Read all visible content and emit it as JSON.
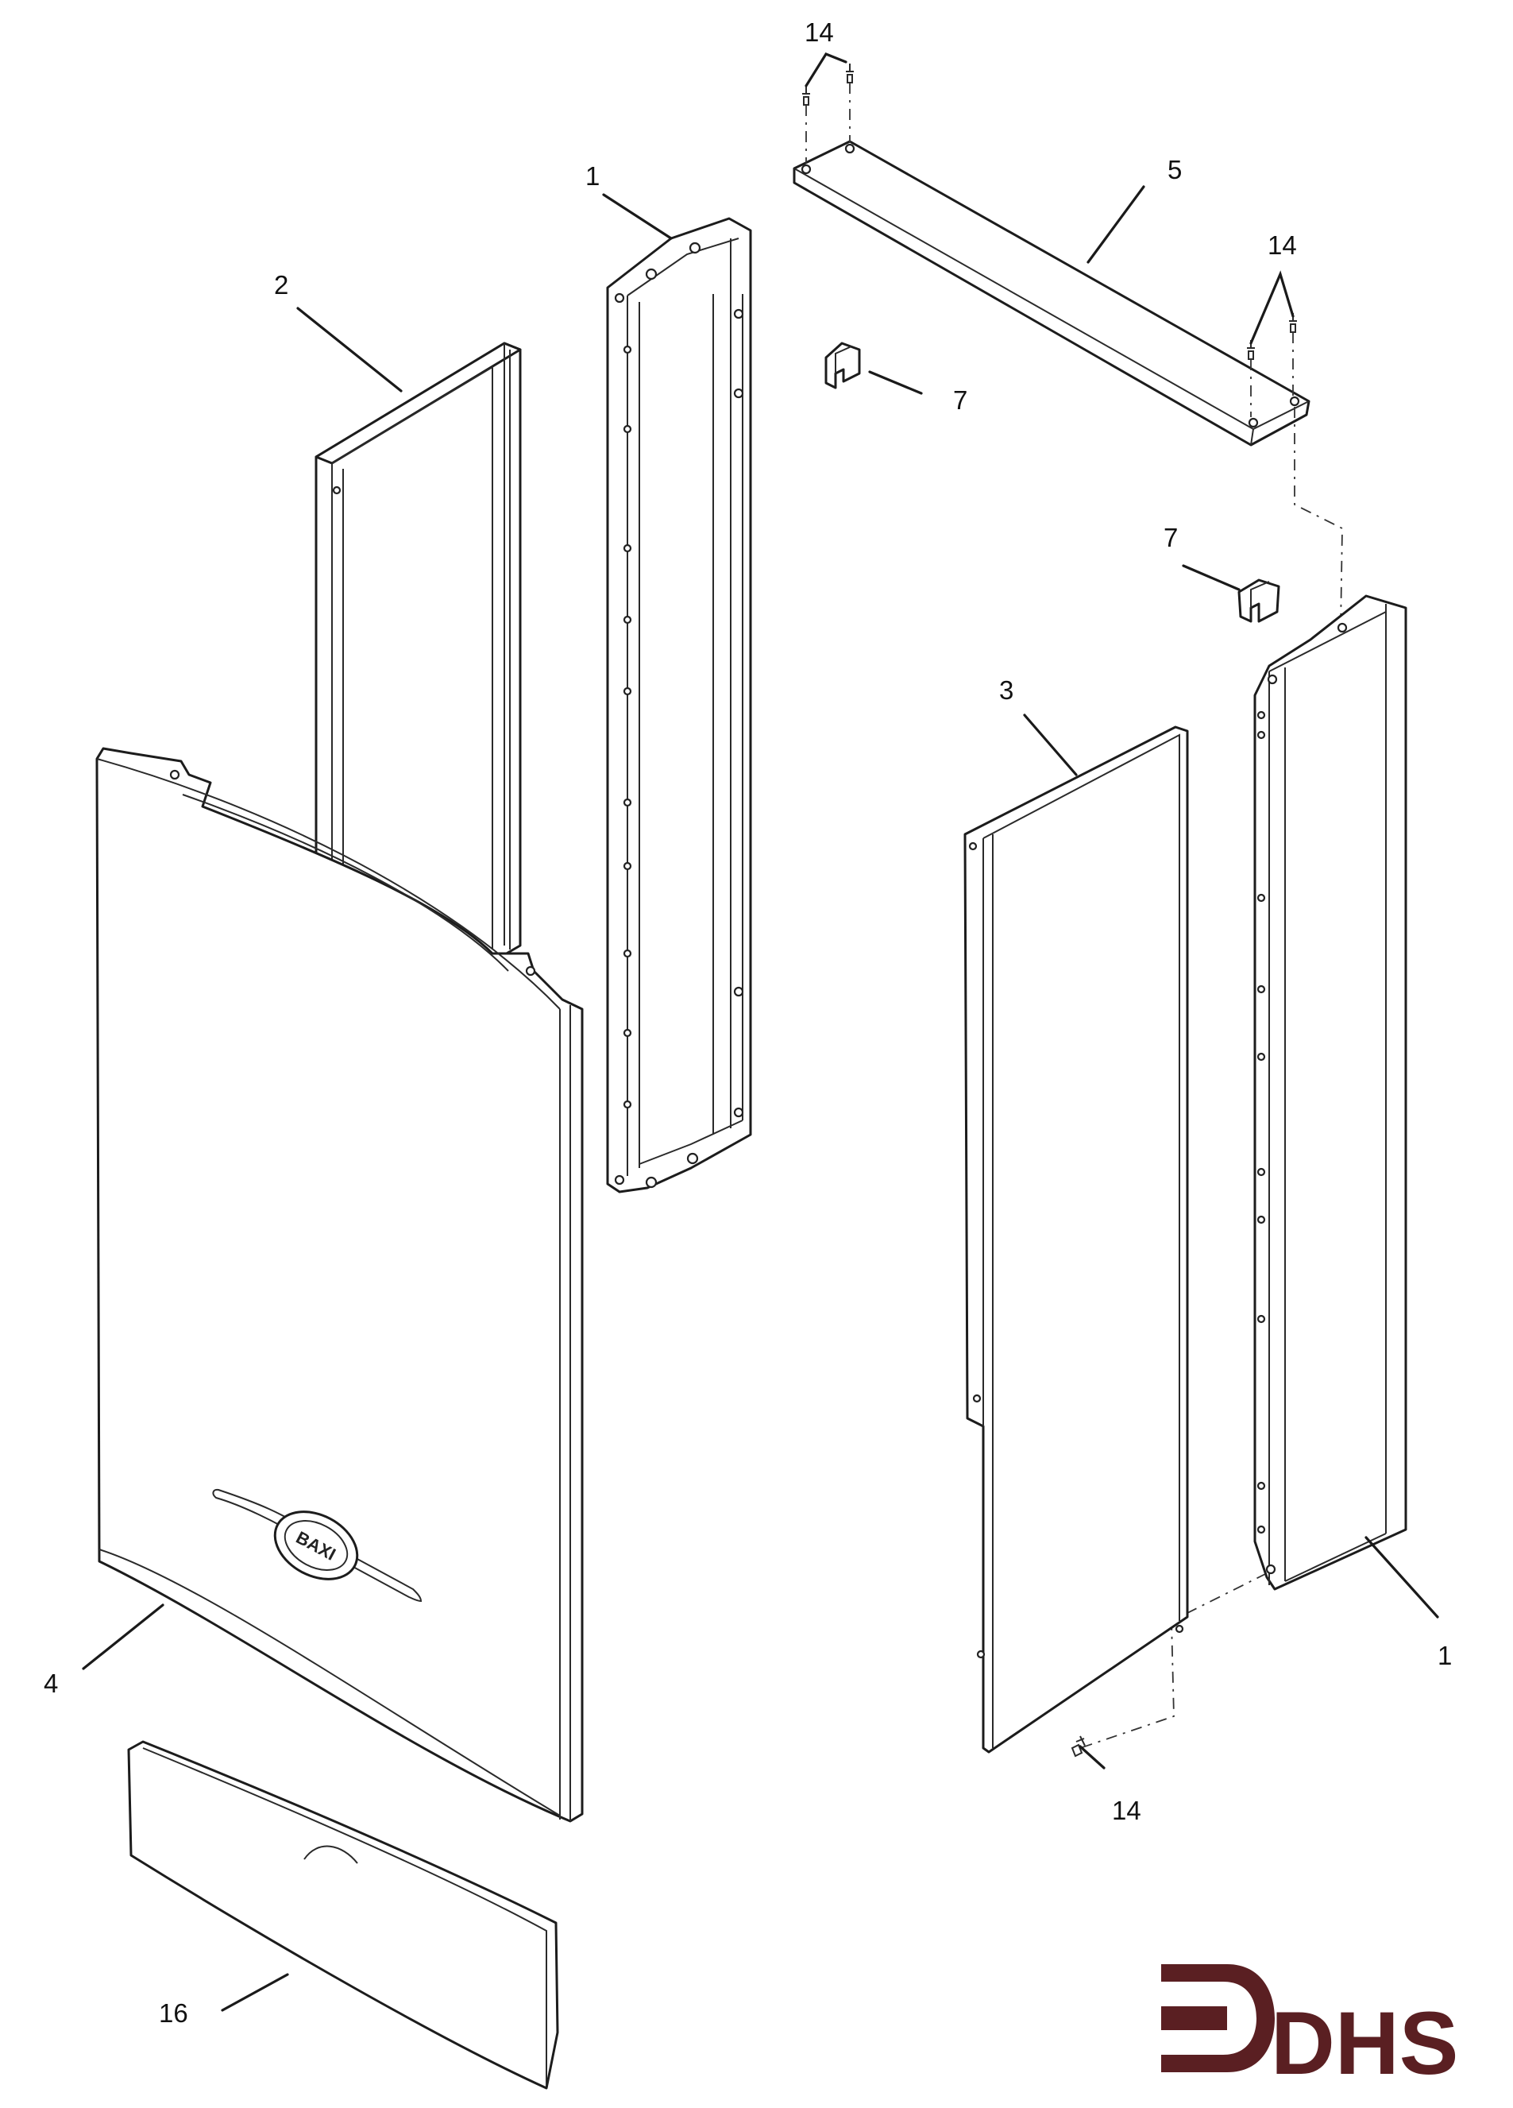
{
  "callouts": [
    {
      "id": "c14a",
      "label": "14"
    },
    {
      "id": "c1a",
      "label": "1"
    },
    {
      "id": "c5",
      "label": "5"
    },
    {
      "id": "c14b",
      "label": "14"
    },
    {
      "id": "c2",
      "label": "2"
    },
    {
      "id": "c7a",
      "label": "7"
    },
    {
      "id": "c7b",
      "label": "7"
    },
    {
      "id": "c3",
      "label": "3"
    },
    {
      "id": "c1b",
      "label": "1"
    },
    {
      "id": "c4",
      "label": "4"
    },
    {
      "id": "c14c",
      "label": "14"
    },
    {
      "id": "c16",
      "label": "16"
    }
  ],
  "badge": {
    "text": "BAXI"
  },
  "logo": {
    "text": "DHS",
    "color": "#5a1f22"
  },
  "colors": {
    "line": "#1c1c1c",
    "background": "#ffffff"
  }
}
